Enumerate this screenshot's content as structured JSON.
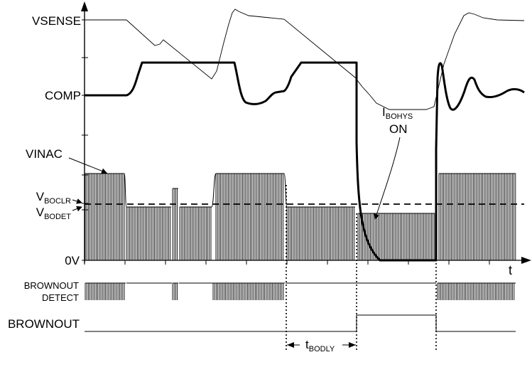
{
  "signals": {
    "vsense": "VSENSE",
    "comp": "COMP",
    "vinac": "VINAC",
    "vboclr_main": "V",
    "vboclr_sub": "BOCLR",
    "vbodet_main": "V",
    "vbodet_sub": "BODET",
    "zero": "0V",
    "time": "t",
    "brownout_detect_1": "BROWNOUT",
    "brownout_detect_2": "DETECT",
    "brownout": "BROWNOUT"
  },
  "annotations": {
    "ibohys_main": "I",
    "ibohys_sub": "BOHYS",
    "ibohys_state": "ON",
    "tbodly_main": "t",
    "tbodly_sub": "BODLY"
  },
  "colors": {
    "ink": "#000000",
    "background": "#ffffff"
  }
}
